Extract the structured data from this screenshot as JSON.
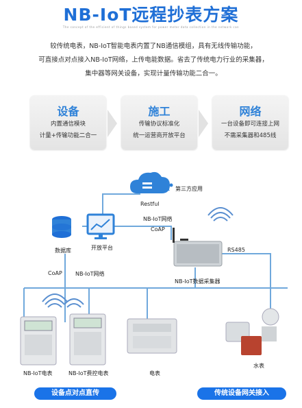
{
  "title": "NB-IoT远程抄表方案",
  "subtitle": "The concept of the efficient of things based system for power meter data collection in the network can",
  "intro": [
    "较传统电表，NB-IoT智能电表内置了NB通信模组，具有无线传输功能，",
    "可直接点对点接入NB-IoT网络，上传电能数据。省去了传统电力行业的采集器，",
    "集中器等网关设备，实现计量传输功能二合一。"
  ],
  "cards": [
    {
      "heading": "设备",
      "lines": [
        "内置通信模块",
        "计量+传输功能二合一"
      ]
    },
    {
      "heading": "施工",
      "lines": [
        "传输协议标准化",
        "统一运营商开放平台"
      ]
    },
    {
      "heading": "网络",
      "lines": [
        "一台设备即可连接上网",
        "不需采集器和485线"
      ]
    }
  ],
  "diagram": {
    "third_party": "第三方应用",
    "restful": "Restful",
    "database": "数据库",
    "open_platform": "开放平台",
    "nbiot_network_top": "NB-IoT网络",
    "coap_top": "CoAP",
    "coap_left": "CoAP",
    "nbiot_network_left": "NB-IoT网络",
    "rs485": "RS485",
    "collector": "NB-IoT数据采集器",
    "meter1": "NB-IoT电表",
    "meter2": "NB-IoT费控电表",
    "meter3": "电表",
    "water_meter": "水表"
  },
  "pills": {
    "left": "设备点对点直传",
    "right": "传统设备网关接入"
  },
  "colors": {
    "accent": "#1f6fd6",
    "pill": "#1a73e8",
    "line": "#6fa8dc",
    "card_heading": "#2f82d8"
  }
}
